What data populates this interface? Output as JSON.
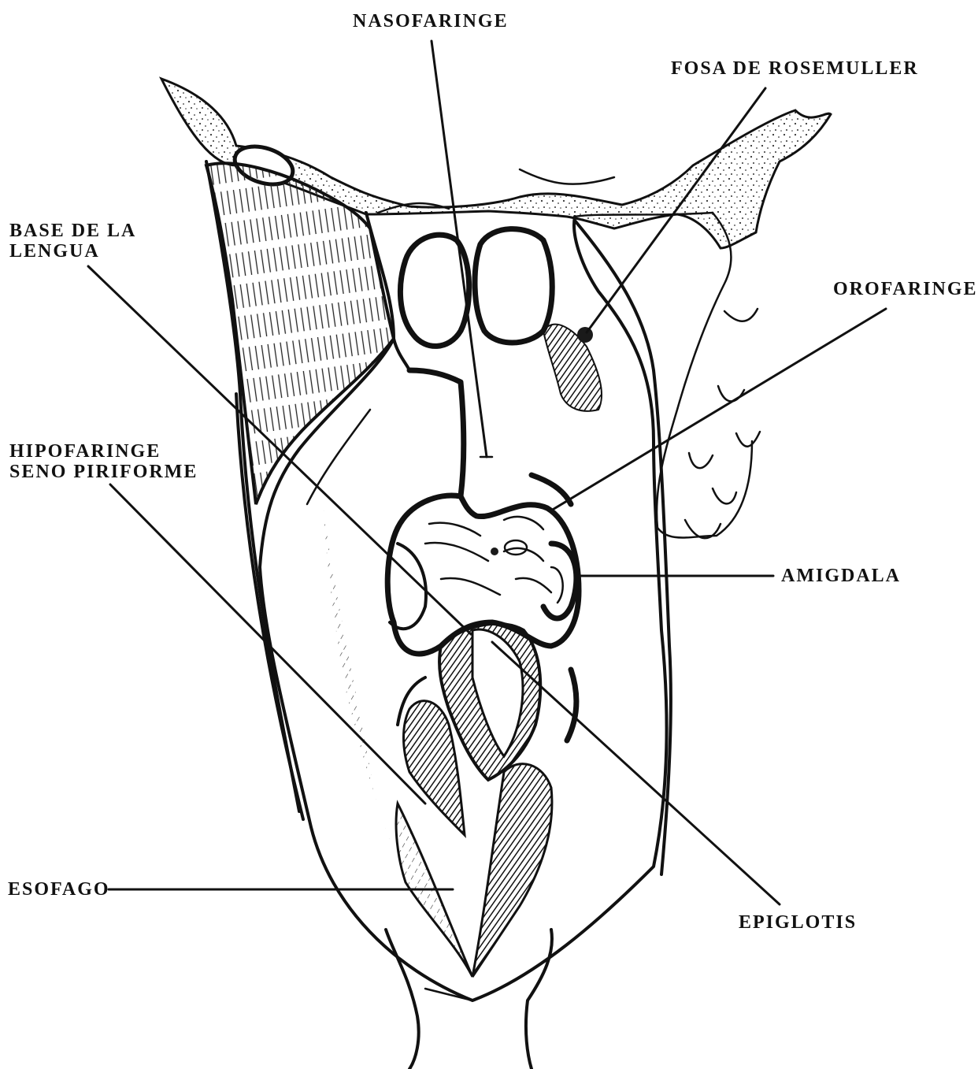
{
  "labels": {
    "nasofaringe": "NASOFARINGE",
    "fosa_rosemuller": "FOSA DE ROSEMULLER",
    "base_lengua_line1": "BASE DE LA",
    "base_lengua_line2": "LENGUA",
    "orofaringe": "OROFARINGE",
    "hipofaringe_line1": "HIPOFARINGE",
    "hipofaringe_line2": "SENO PIRIFORME",
    "amigdala": "AMIGDALA",
    "esofago": "ESOFAGO",
    "epiglotis": "EPIGLOTIS"
  },
  "colors": {
    "ink": "#111111",
    "paper": "#ffffff",
    "bone_stipple": "#555555"
  }
}
